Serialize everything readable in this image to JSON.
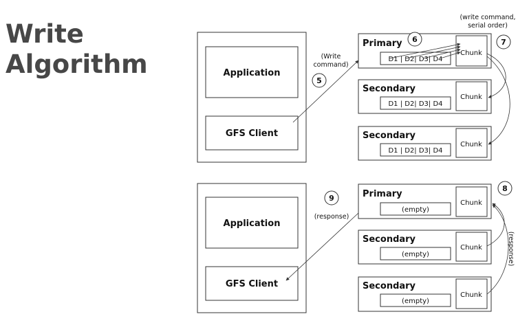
{
  "title": {
    "line1": "Write",
    "line2": "Algorithm"
  },
  "top_panel": {
    "app_label": "Application",
    "client_label": "GFS Client",
    "primary_label": "Primary",
    "secondary_label_1": "Secondary",
    "secondary_label_2": "Secondary",
    "chunk_label": "Chunk",
    "data_row": "D1 | D2| D3| D4",
    "step_5": "5",
    "step_6": "6",
    "step_7": "7",
    "note_write_line1": "(Write",
    "note_write_line2": "command)",
    "note_serial_line1": "(write command,",
    "note_serial_line2": "serial order)"
  },
  "bottom_panel": {
    "app_label": "Application",
    "client_label": "GFS Client",
    "primary_label": "Primary",
    "secondary_label_1": "Secondary",
    "secondary_label_2": "Secondary",
    "chunk_label": "Chunk",
    "empty_label": "(empty)",
    "step_8": "8",
    "step_9": "9",
    "note_response": "(response)",
    "note_response_vertical": "(response)"
  },
  "colors": {
    "title": "#474747",
    "line": "#333333",
    "background": "#ffffff"
  }
}
